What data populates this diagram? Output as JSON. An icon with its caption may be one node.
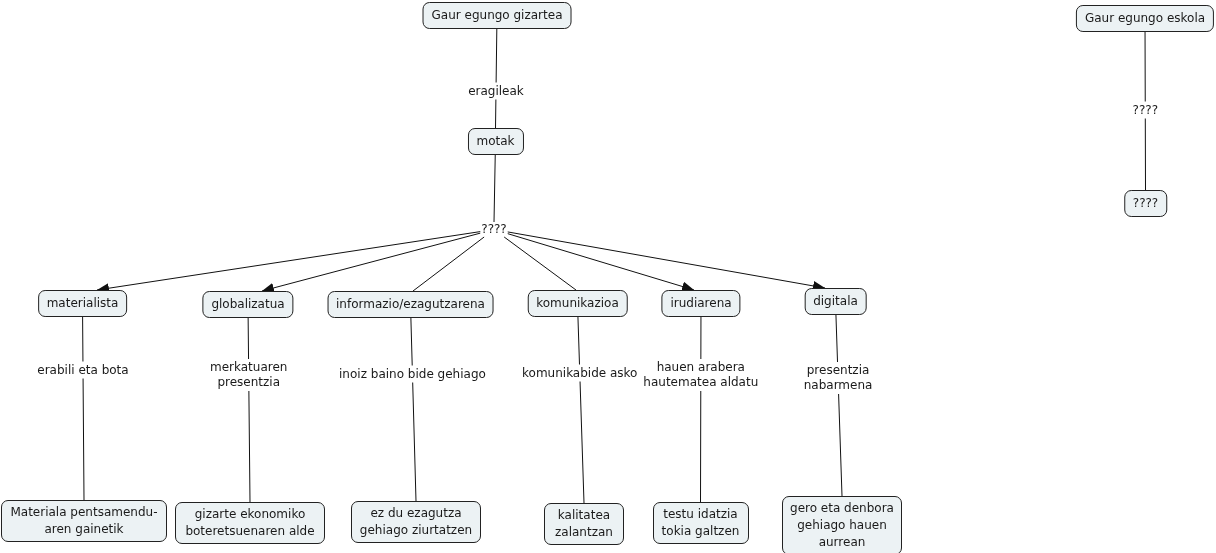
{
  "diagram": {
    "nodes": [
      {
        "text": [
          "Gaur egungo gizartea"
        ]
      },
      {
        "text": [
          "motak"
        ]
      },
      {
        "text": [
          "????"
        ]
      },
      {
        "text": [
          "materialista"
        ]
      },
      {
        "text": [
          "globalizatua"
        ]
      },
      {
        "text": [
          "informazio/ezagutzarena"
        ]
      },
      {
        "text": [
          "komunikazioa"
        ]
      },
      {
        "text": [
          "irudiarena"
        ]
      },
      {
        "text": [
          "digitala"
        ]
      },
      {
        "text": [
          "Materiala pentsamendu-aren gainetik"
        ]
      },
      {
        "text": [
          "gizarte ekonomiko boteretsuenaren alde"
        ]
      },
      {
        "text": [
          "ez du ezagutza gehiago ziurtatzen"
        ]
      },
      {
        "text": [
          "kalitatea zalantzan"
        ]
      },
      {
        "text": [
          "testu idatzia tokia galtzen"
        ]
      },
      {
        "text": [
          "gero eta denbora gehiago hauen aurrean"
        ]
      },
      {
        "text": [
          "Gaur egungo eskola"
        ]
      },
      {
        "text": [
          "????"
        ]
      }
    ],
    "edges": [
      {
        "from": 0,
        "to": 1,
        "arrow": "none",
        "label": "eragileak"
      },
      {
        "from": 1,
        "to": 2,
        "arrow": "none"
      },
      {
        "from": 2,
        "to": 3,
        "arrow": "to"
      },
      {
        "from": 2,
        "to": 4,
        "arrow": "to"
      },
      {
        "from": 2,
        "to": 5,
        "arrow": "none"
      },
      {
        "from": 2,
        "to": 6,
        "arrow": "none"
      },
      {
        "from": 2,
        "to": 7,
        "arrow": "to"
      },
      {
        "from": 2,
        "to": 8,
        "arrow": "to"
      },
      {
        "from": 3,
        "to": 9,
        "arrow": "none",
        "label": "erabili eta bota"
      },
      {
        "from": 4,
        "to": 10,
        "arrow": "none",
        "label": "merkatuaren presentzia"
      },
      {
        "from": 5,
        "to": 11,
        "arrow": "none",
        "label": "inoiz baino bide gehiago"
      },
      {
        "from": 6,
        "to": 12,
        "arrow": "none",
        "label": "komunikabide asko"
      },
      {
        "from": 7,
        "to": 13,
        "arrow": "none",
        "label": "hauen arabera hautematea aldatu"
      },
      {
        "from": 8,
        "to": 14,
        "arrow": "none",
        "label": "presentzia nabarmena"
      },
      {
        "from": 15,
        "to": 16,
        "arrow": "none",
        "label": "????"
      }
    ]
  }
}
